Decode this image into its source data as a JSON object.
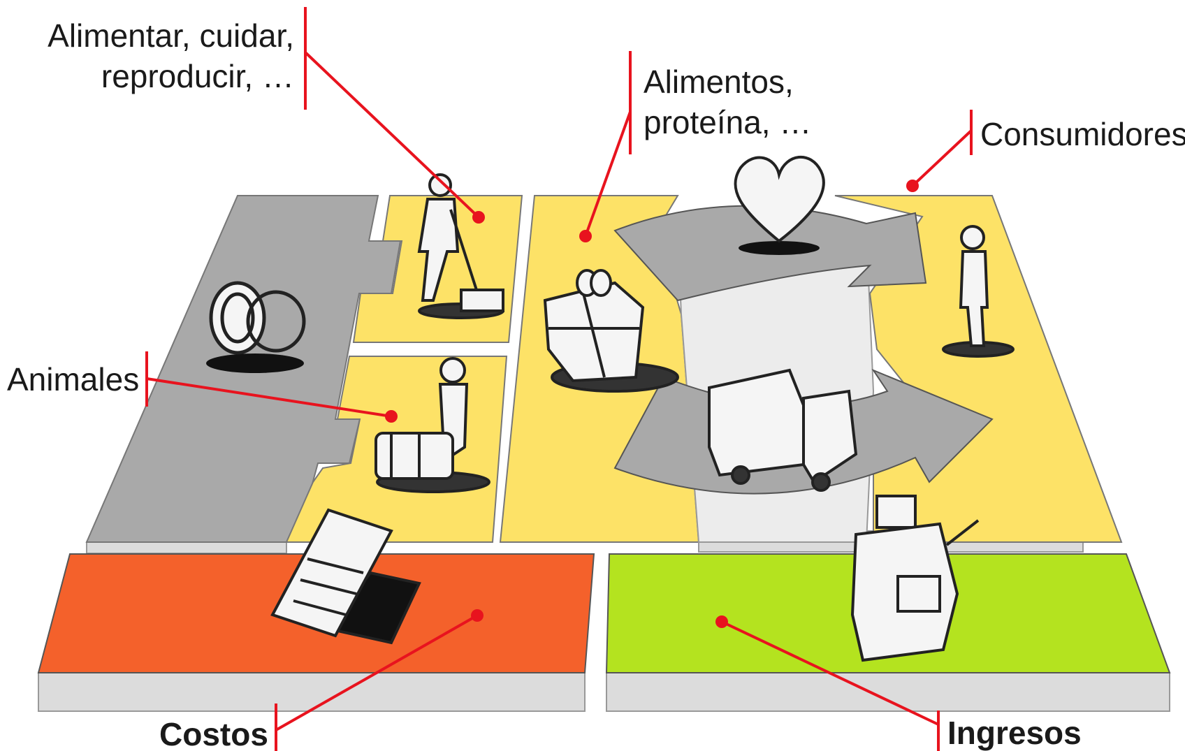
{
  "labels": {
    "activities": "Alimentar, cuidar,\nreproducir, …",
    "value": "Alimentos,\nproteína, …",
    "customers": "Consumidores",
    "resources": "Animales",
    "costs": "Costos",
    "revenue": "Ingresos"
  },
  "colors": {
    "gray": "#a9a9a9",
    "yellow": "#fde267",
    "orange": "#f4612b",
    "green": "#b4e31f",
    "side": "#dcdcdc",
    "callout": "#e8131e"
  },
  "icons": [
    "rings-icon",
    "person-digging-icon",
    "worker-crate-icon",
    "gift-box-icon",
    "heart-icon",
    "delivery-truck-icon",
    "customer-person-icon",
    "contract-paper-icon",
    "cash-register-icon"
  ]
}
